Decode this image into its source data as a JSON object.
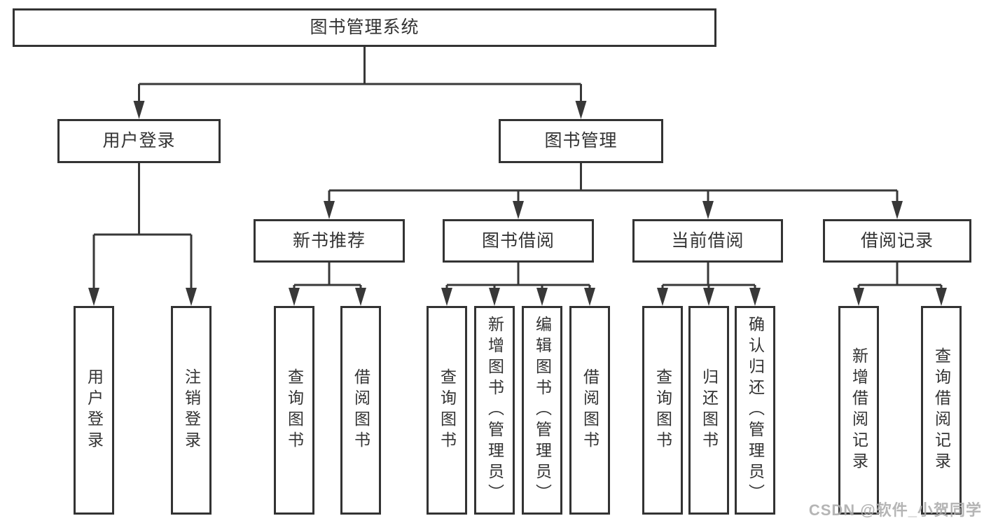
{
  "tree": {
    "label": "图书管理系统",
    "children": [
      {
        "label": "用户登录",
        "children": [
          {
            "label": "用户登录"
          },
          {
            "label": "注销登录"
          }
        ]
      },
      {
        "label": "图书管理",
        "children": [
          {
            "label": "新书推荐",
            "children": [
              {
                "label": "查询图书"
              },
              {
                "label": "借阅图书"
              }
            ]
          },
          {
            "label": "图书借阅",
            "children": [
              {
                "label": "查询图书"
              },
              {
                "label": "新增图书（管理员）"
              },
              {
                "label": "编辑图书（管理员）"
              },
              {
                "label": "借阅图书"
              }
            ]
          },
          {
            "label": "当前借阅",
            "children": [
              {
                "label": "查询图书"
              },
              {
                "label": "归还图书"
              },
              {
                "label": "确认归还（管理员）"
              }
            ]
          },
          {
            "label": "借阅记录",
            "children": [
              {
                "label": "新增借阅记录"
              },
              {
                "label": "查询借阅记录"
              }
            ]
          }
        ]
      }
    ]
  },
  "watermark": {
    "text": "CSDN @软件_小贺同学"
  },
  "colors": {
    "line": "#383838",
    "box_border": "#333333",
    "box_text": "#333333",
    "watermark": "#ababab",
    "background": "#ffffff"
  }
}
